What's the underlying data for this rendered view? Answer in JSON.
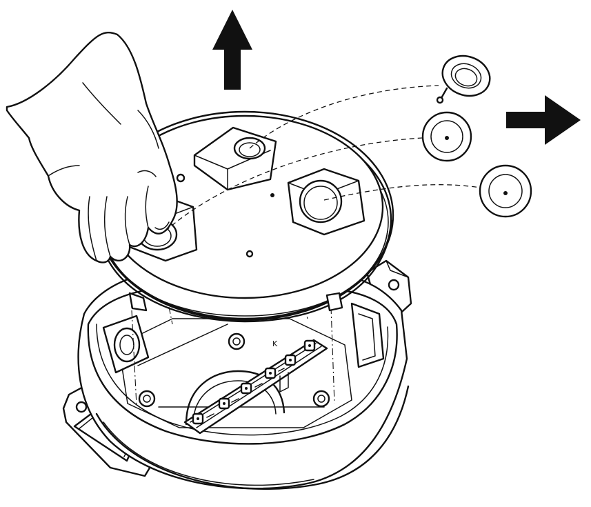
{
  "figure": {
    "arrow_directions": [
      "up",
      "right"
    ],
    "parts": [
      "hand",
      "cover",
      "gaskets",
      "housing",
      "terminal-block",
      "mounting-feet"
    ],
    "gasket_count": 3,
    "terminal_marking": "K"
  },
  "colors": {
    "line": "#111111",
    "background": "#ffffff"
  }
}
